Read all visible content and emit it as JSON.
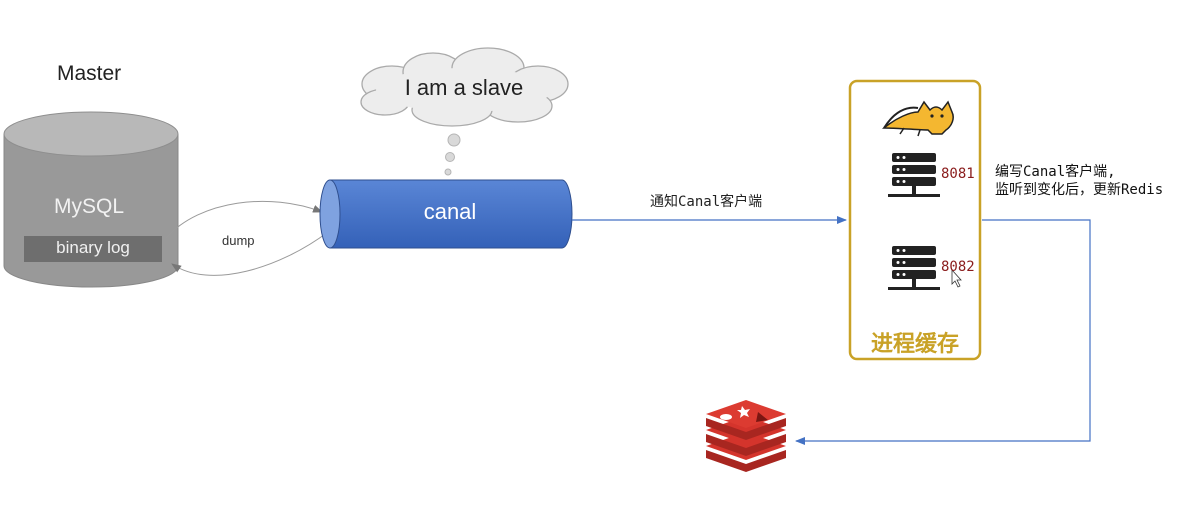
{
  "master": {
    "title": "Master",
    "db_label": "MySQL",
    "log_label": "binary log"
  },
  "dump": {
    "label": "dump"
  },
  "cloud": {
    "text": "I am a slave"
  },
  "canal": {
    "label": "canal"
  },
  "notify": {
    "label": "通知Canal客户端"
  },
  "cache_box": {
    "label": "进程缓存",
    "servers": [
      {
        "port": "8081"
      },
      {
        "port": "8082"
      }
    ]
  },
  "note": {
    "line1": "编写Canal客户端,",
    "line2": "监听到变化后，更新Redis"
  },
  "icons": {
    "tomcat": "tomcat-icon",
    "server": "server-icon",
    "redis": "redis-icon"
  },
  "colors": {
    "db_gray": "#9a9a9a",
    "canal_blue": "#3f6fc4",
    "cache_border": "#c9a227",
    "redis_red": "#d4342c",
    "arrow_blue": "#4472c4"
  }
}
